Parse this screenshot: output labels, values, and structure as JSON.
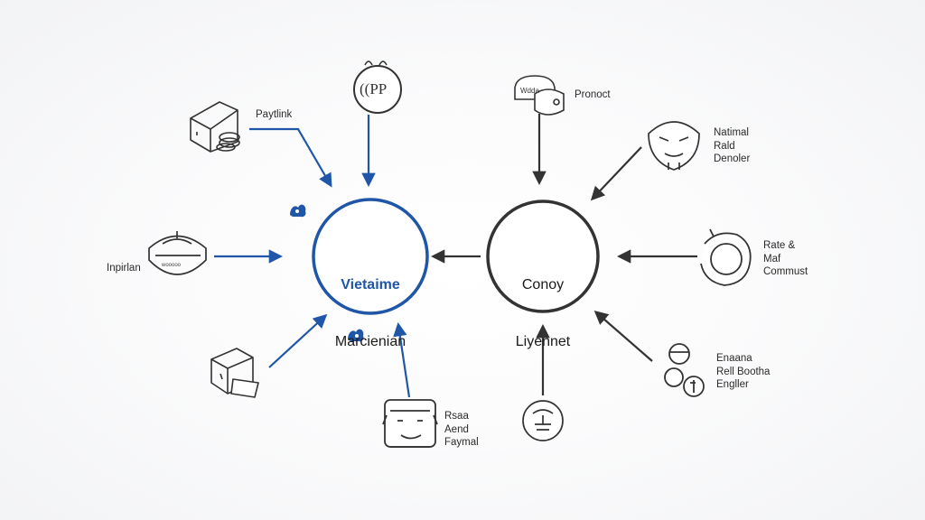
{
  "hubs": {
    "left": {
      "line1": "Vietaime",
      "line2": "Marcienian"
    },
    "right": {
      "line1": "Conoy",
      "line2": "Liyennet"
    }
  },
  "nodes": {
    "top_center_icon_text": "((PP",
    "top_left_label": "Paytlink",
    "mid_left_label": "Inpirlan",
    "mid_left_icon_text": "wooooo",
    "bottom_center_label": "Rsaa\nAend\nFaymal",
    "top_right_label": "Pronoct",
    "top_right_icon_text": "Wdda",
    "right_upper_label": "Natimal\nRald\nDenoler",
    "right_mid_label": "Rate &\nMaf\nCommust",
    "right_lower_label": "Enaana\nRell Bootha\nEngller"
  },
  "colors": {
    "accent_blue": "#1f56a8",
    "dark": "#333333",
    "text": "#2a2a2a"
  }
}
